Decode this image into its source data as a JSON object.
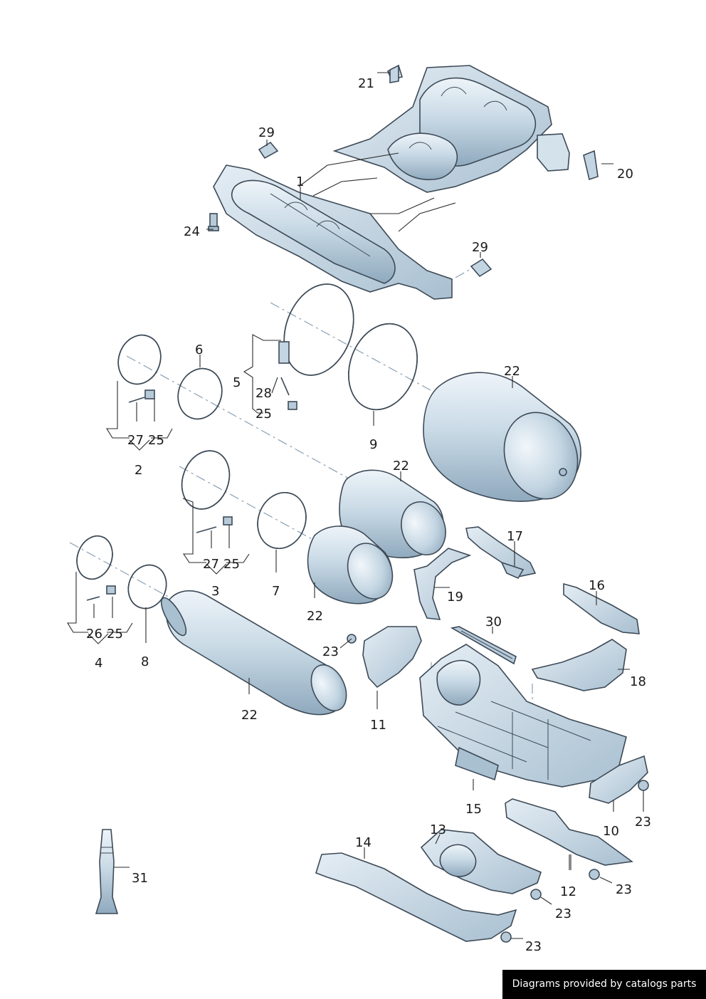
{
  "diagram": {
    "callouts": {
      "c1": "1",
      "c2": "2",
      "c3": "3",
      "c4": "4",
      "c5": "5",
      "c6": "6",
      "c7": "7",
      "c8": "8",
      "c9": "9",
      "c10": "10",
      "c11": "11",
      "c12": "12",
      "c13": "13",
      "c14": "14",
      "c15": "15",
      "c16": "16",
      "c17": "17",
      "c18": "18",
      "c19": "19",
      "c20": "20",
      "c21": "21",
      "c22a": "22",
      "c22b": "22",
      "c22c": "22",
      "c22d": "22",
      "c23a": "23",
      "c23b": "23",
      "c23c": "23",
      "c23d": "23",
      "c23e": "23",
      "c24": "24",
      "c25a": "25",
      "c25b": "25",
      "c25c": "25",
      "c25d": "25",
      "c26": "26",
      "c27a": "27",
      "c27b": "27",
      "c28": "28",
      "c29a": "29",
      "c29b": "29",
      "c30": "30",
      "c31": "31"
    },
    "colors": {
      "part_fill": "#c9dae6",
      "part_light": "#e8f0f6",
      "part_shadow": "#8fa9bd",
      "outline": "#3d4a57",
      "watermark_bg": "#000000",
      "watermark_text": "#ffffff"
    }
  },
  "watermark": {
    "text": "Diagrams provided by catalogs parts"
  }
}
